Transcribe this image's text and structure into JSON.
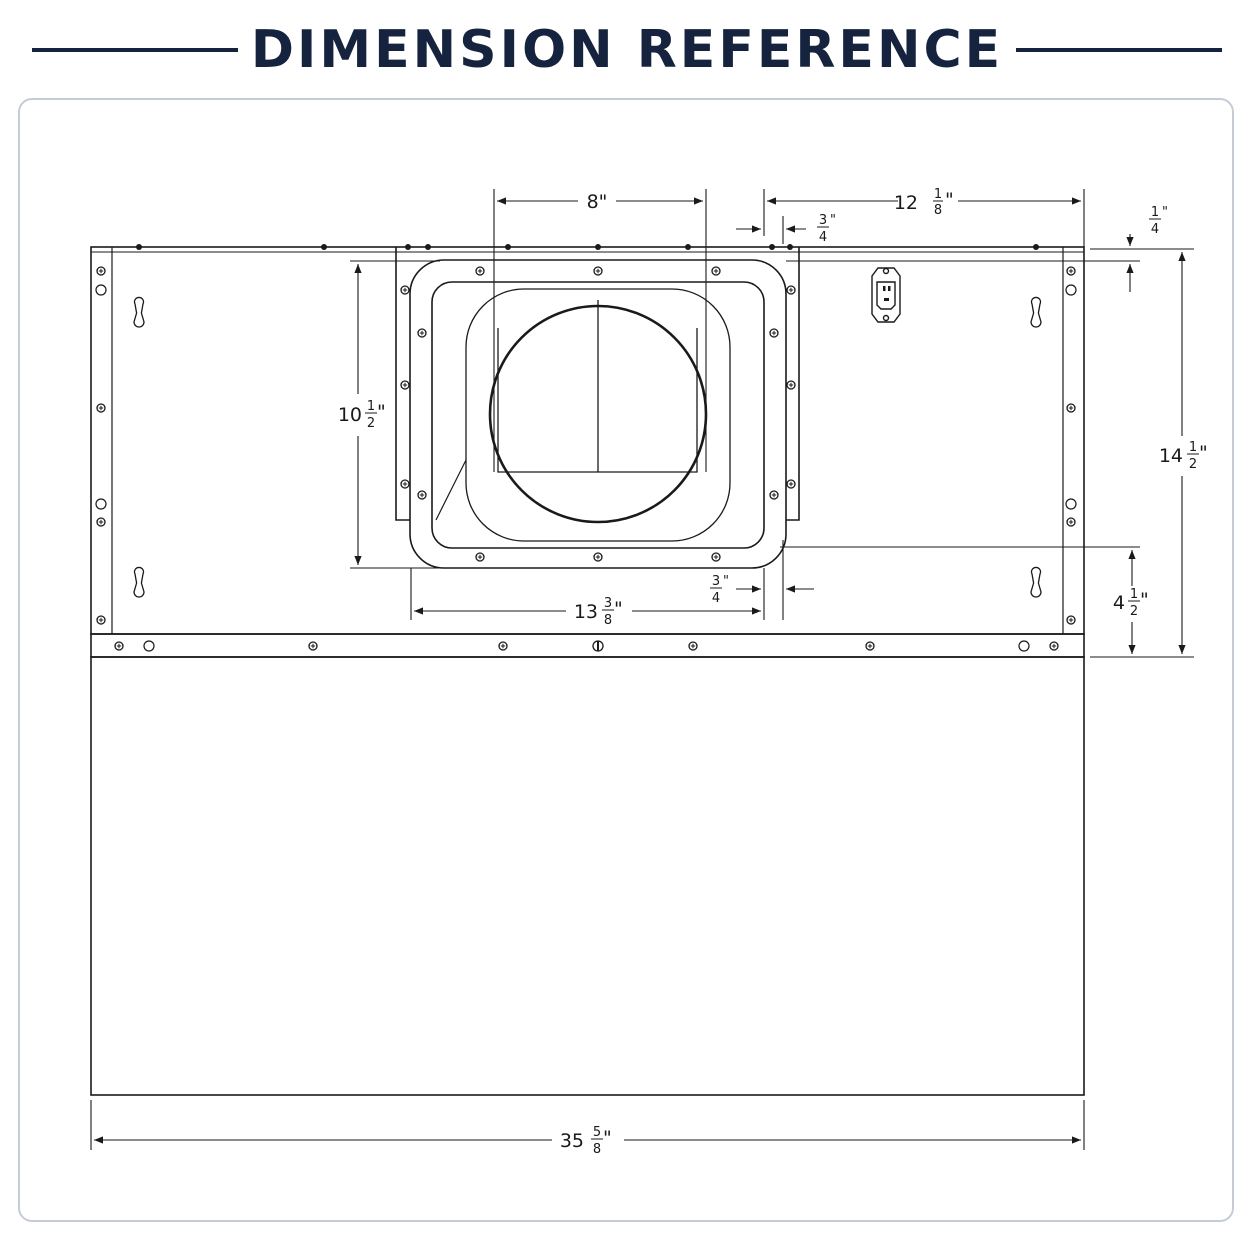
{
  "header": {
    "title": "DIMENSION REFERENCE"
  },
  "colors": {
    "navy": "#16233f",
    "line": "#1a1a1a",
    "panel_border": "#c5ccd8"
  },
  "dimensions": {
    "duct_opening": {
      "whole": "8",
      "unit": "\""
    },
    "offset_right": {
      "whole": "12",
      "num": "1",
      "den": "8",
      "unit": "\""
    },
    "flange_top": {
      "num": "3",
      "den": "4",
      "unit": "\""
    },
    "top_gap": {
      "num": "1",
      "den": "4",
      "unit": "\""
    },
    "opening_height": {
      "whole": "10",
      "num": "1",
      "den": "2",
      "unit": "\""
    },
    "total_height": {
      "whole": "14",
      "num": "1",
      "den": "2",
      "unit": "\""
    },
    "flange_bottom": {
      "num": "3",
      "den": "4",
      "unit": "\""
    },
    "opening_width": {
      "whole": "13",
      "num": "3",
      "den": "8",
      "unit": "\""
    },
    "bottom_height": {
      "whole": "4",
      "num": "1",
      "den": "2",
      "unit": "\""
    },
    "overall_width": {
      "whole": "35",
      "num": "5",
      "den": "8",
      "unit": "\""
    }
  }
}
